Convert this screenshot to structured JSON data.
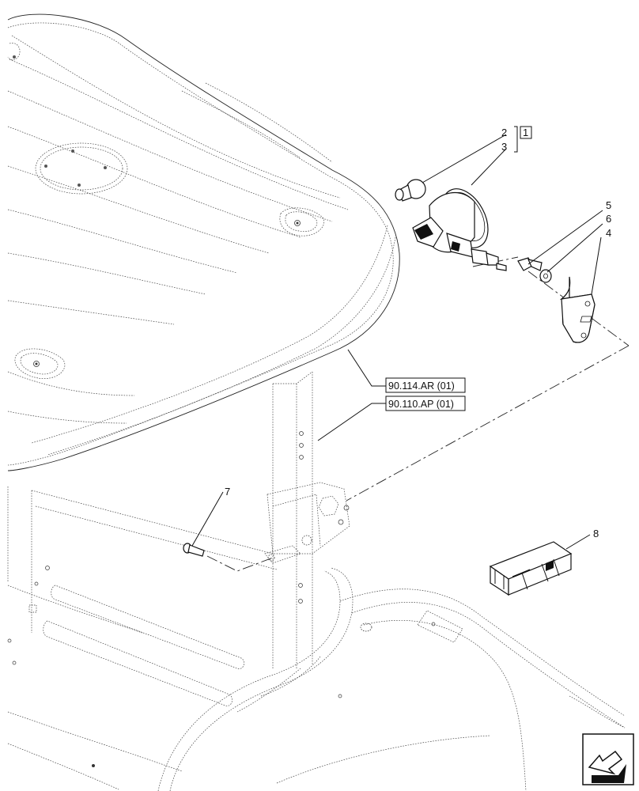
{
  "callouts": {
    "c2": "2",
    "c3": "3",
    "c1_box": "1",
    "c5": "5",
    "c6": "6",
    "c4": "4",
    "c7": "7",
    "c8": "8"
  },
  "references": {
    "ref_upper": "90.114.AR (01)",
    "ref_lower": "90.110.AP (01)"
  },
  "icons": {
    "corner": "navigation-arrow-icon",
    "kit": "crate-icon"
  }
}
